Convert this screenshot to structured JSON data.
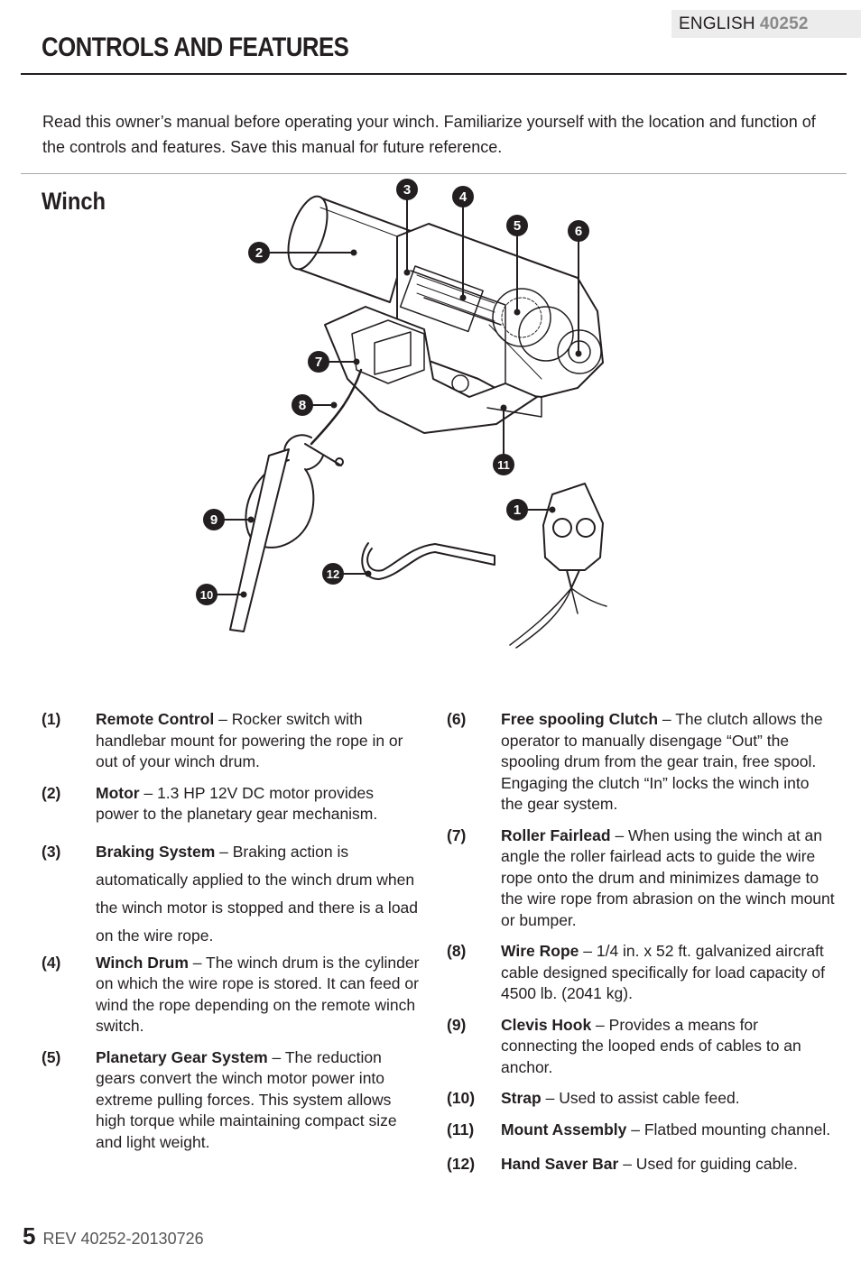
{
  "header": {
    "language": "ENGLISH",
    "model": "40252"
  },
  "page_title": "CONTROLS AND FEATURES",
  "intro": "Read this owner’s manual before operating your winch. Familiarize yourself with the location and function of the controls and features. Save this manual for future reference.",
  "section_title": "Winch",
  "callouts": [
    "1",
    "2",
    "3",
    "4",
    "5",
    "6",
    "7",
    "8",
    "9",
    "10",
    "11",
    "12"
  ],
  "items": [
    {
      "num": "(1)",
      "name": "Remote Control",
      "desc": " – Rocker switch with handlebar mount for powering the rope in or out of your winch drum."
    },
    {
      "num": "(2)",
      "name": "Motor",
      "desc": " – 1.3 HP 12V DC motor provides power to the planetary gear mechanism."
    },
    {
      "num": "(3)",
      "name": "Braking System",
      "desc": " – Braking action is automatically applied to the winch drum when the winch motor is stopped and there is a load on the wire rope."
    },
    {
      "num": "(4)",
      "name": "Winch Drum",
      "desc": " – The winch drum is the cylinder on which the wire rope is stored. It can feed or wind the rope depending on the remote winch switch."
    },
    {
      "num": "(5)",
      "name": "Planetary Gear System",
      "desc": " – The reduction gears convert the winch motor power into extreme pulling forces. This system allows high torque while maintaining compact size and light weight."
    },
    {
      "num": "(6)",
      "name": "Free spooling Clutch",
      "desc": " – The clutch allows the operator to manually disengage “Out” the spooling drum from the gear train, free spool. Engaging the clutch “In” locks the winch into the gear system."
    },
    {
      "num": "(7)",
      "name": "Roller Fairlead",
      "desc": " – When using the winch at an angle the roller fairlead acts to guide the wire rope onto the drum and minimizes damage to the wire rope from abrasion on the winch mount or bumper."
    },
    {
      "num": "(8)",
      "name": "Wire Rope",
      "desc": " – 1/4 in. x 52 ft. galvanized aircraft cable designed specifically for load capacity of 4500 lb. (2041 kg)."
    },
    {
      "num": "(9)",
      "name": "Clevis Hook",
      "desc": " – Provides a means for connecting the looped ends of cables to an anchor."
    },
    {
      "num": "(10)",
      "name": "Strap",
      "desc": " – Used to assist cable feed."
    },
    {
      "num": "(11)",
      "name": "Mount Assembly",
      "desc": " – Flatbed mounting channel."
    },
    {
      "num": "(12)",
      "name": "Hand Saver Bar",
      "desc": " – Used for guiding cable."
    }
  ],
  "footer": {
    "page_number": "5",
    "revision": "REV 40252-20130726"
  }
}
